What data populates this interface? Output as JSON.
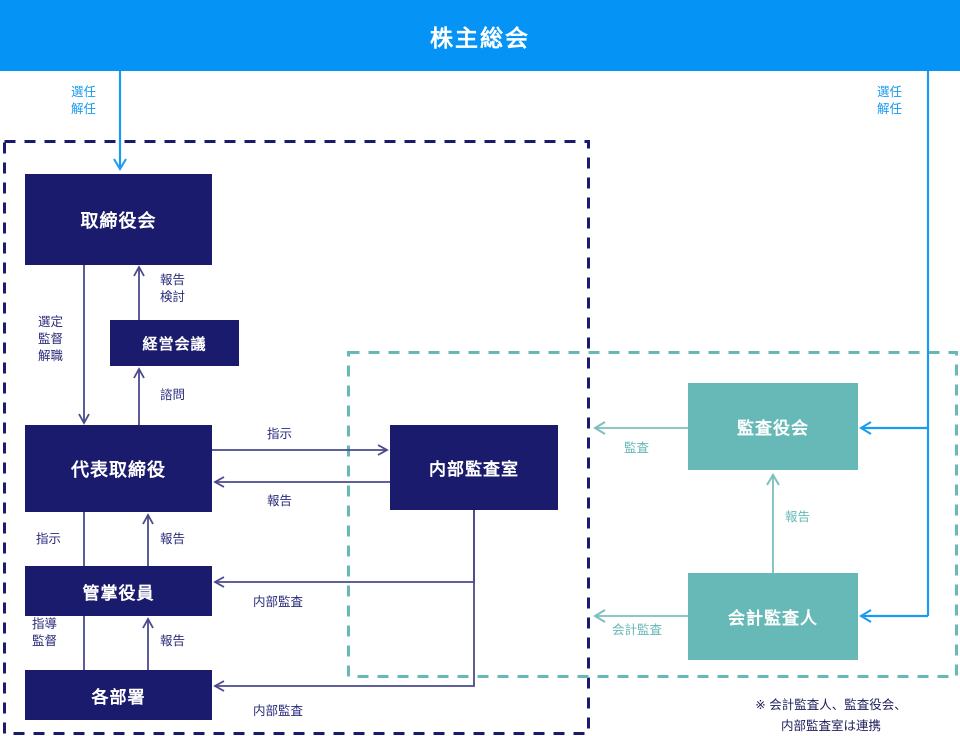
{
  "header": {
    "title": "株主総会",
    "background_color": "#0593f5",
    "text_color": "#ffffff"
  },
  "colors": {
    "navy": "#1b1b6e",
    "navy_line": "#4a4a8c",
    "navy_text": "#2b2b7c",
    "blue": "#1a9bf0",
    "teal": "#67b9b7",
    "white": "#ffffff"
  },
  "nodes": {
    "board_of_directors": {
      "label": "取締役会",
      "color": "navy"
    },
    "management_meeting": {
      "label": "経営会議",
      "color": "navy"
    },
    "representative_director": {
      "label": "代表取締役",
      "color": "navy"
    },
    "executive_officers": {
      "label": "管掌役員",
      "color": "navy"
    },
    "departments": {
      "label": "各部署",
      "color": "navy"
    },
    "internal_audit_office": {
      "label": "内部監査室",
      "color": "navy"
    },
    "audit_supervisory_board": {
      "label": "監査役会",
      "color": "teal"
    },
    "accounting_auditor": {
      "label": "会計監査人",
      "color": "teal"
    }
  },
  "edge_labels": {
    "appoint_dismiss_left": "選任\n解任",
    "appoint_dismiss_right": "選任\n解任",
    "report_review": "報告\n検討",
    "select_supervise_dismiss": "選定\n監督\n解職",
    "consultation": "諮問",
    "instruction_to_audit_office": "指示",
    "report_from_audit_office": "報告",
    "instruction_to_officers": "指示",
    "report_to_rep_director": "報告",
    "guidance_supervision": "指導\n監督",
    "report_to_officers": "報告",
    "internal_audit_officers": "内部監査",
    "internal_audit_departments": "内部監査",
    "audit": "監査",
    "report_to_audit_board": "報告",
    "accounting_audit": "会計監査"
  },
  "footnote": {
    "text": "※ 会計監査人、監査役会、\n内部監査室は連携"
  }
}
